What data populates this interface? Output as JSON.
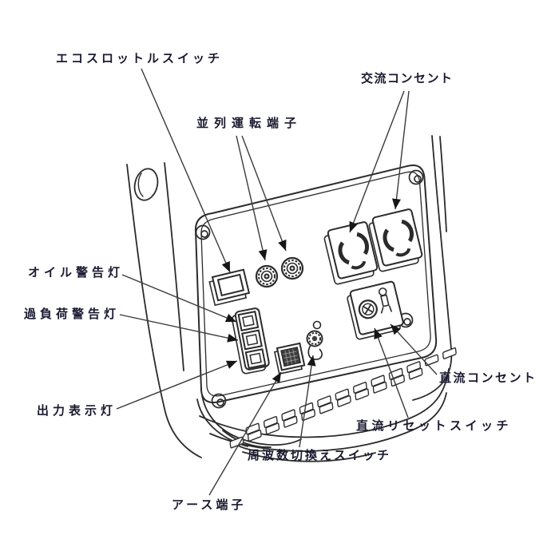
{
  "labels": {
    "eco_throttle": "エコスロットルスイッチ",
    "parallel_terminals": "並列運転端子",
    "ac_outlet": "交流コンセント",
    "oil_warning": "オイル警告灯",
    "overload_warning": "過負荷警告灯",
    "output_indicator": "出力表示灯",
    "dc_outlet": "直流コンセント",
    "dc_reset": "直流リセットスイッチ",
    "frequency_switch": "周波数切換えスイッチ",
    "earth_terminal": "アース端子"
  },
  "colors": {
    "background": "#ffffff",
    "line_art": "#2b2b2b",
    "label_text": "#1a1a30"
  }
}
